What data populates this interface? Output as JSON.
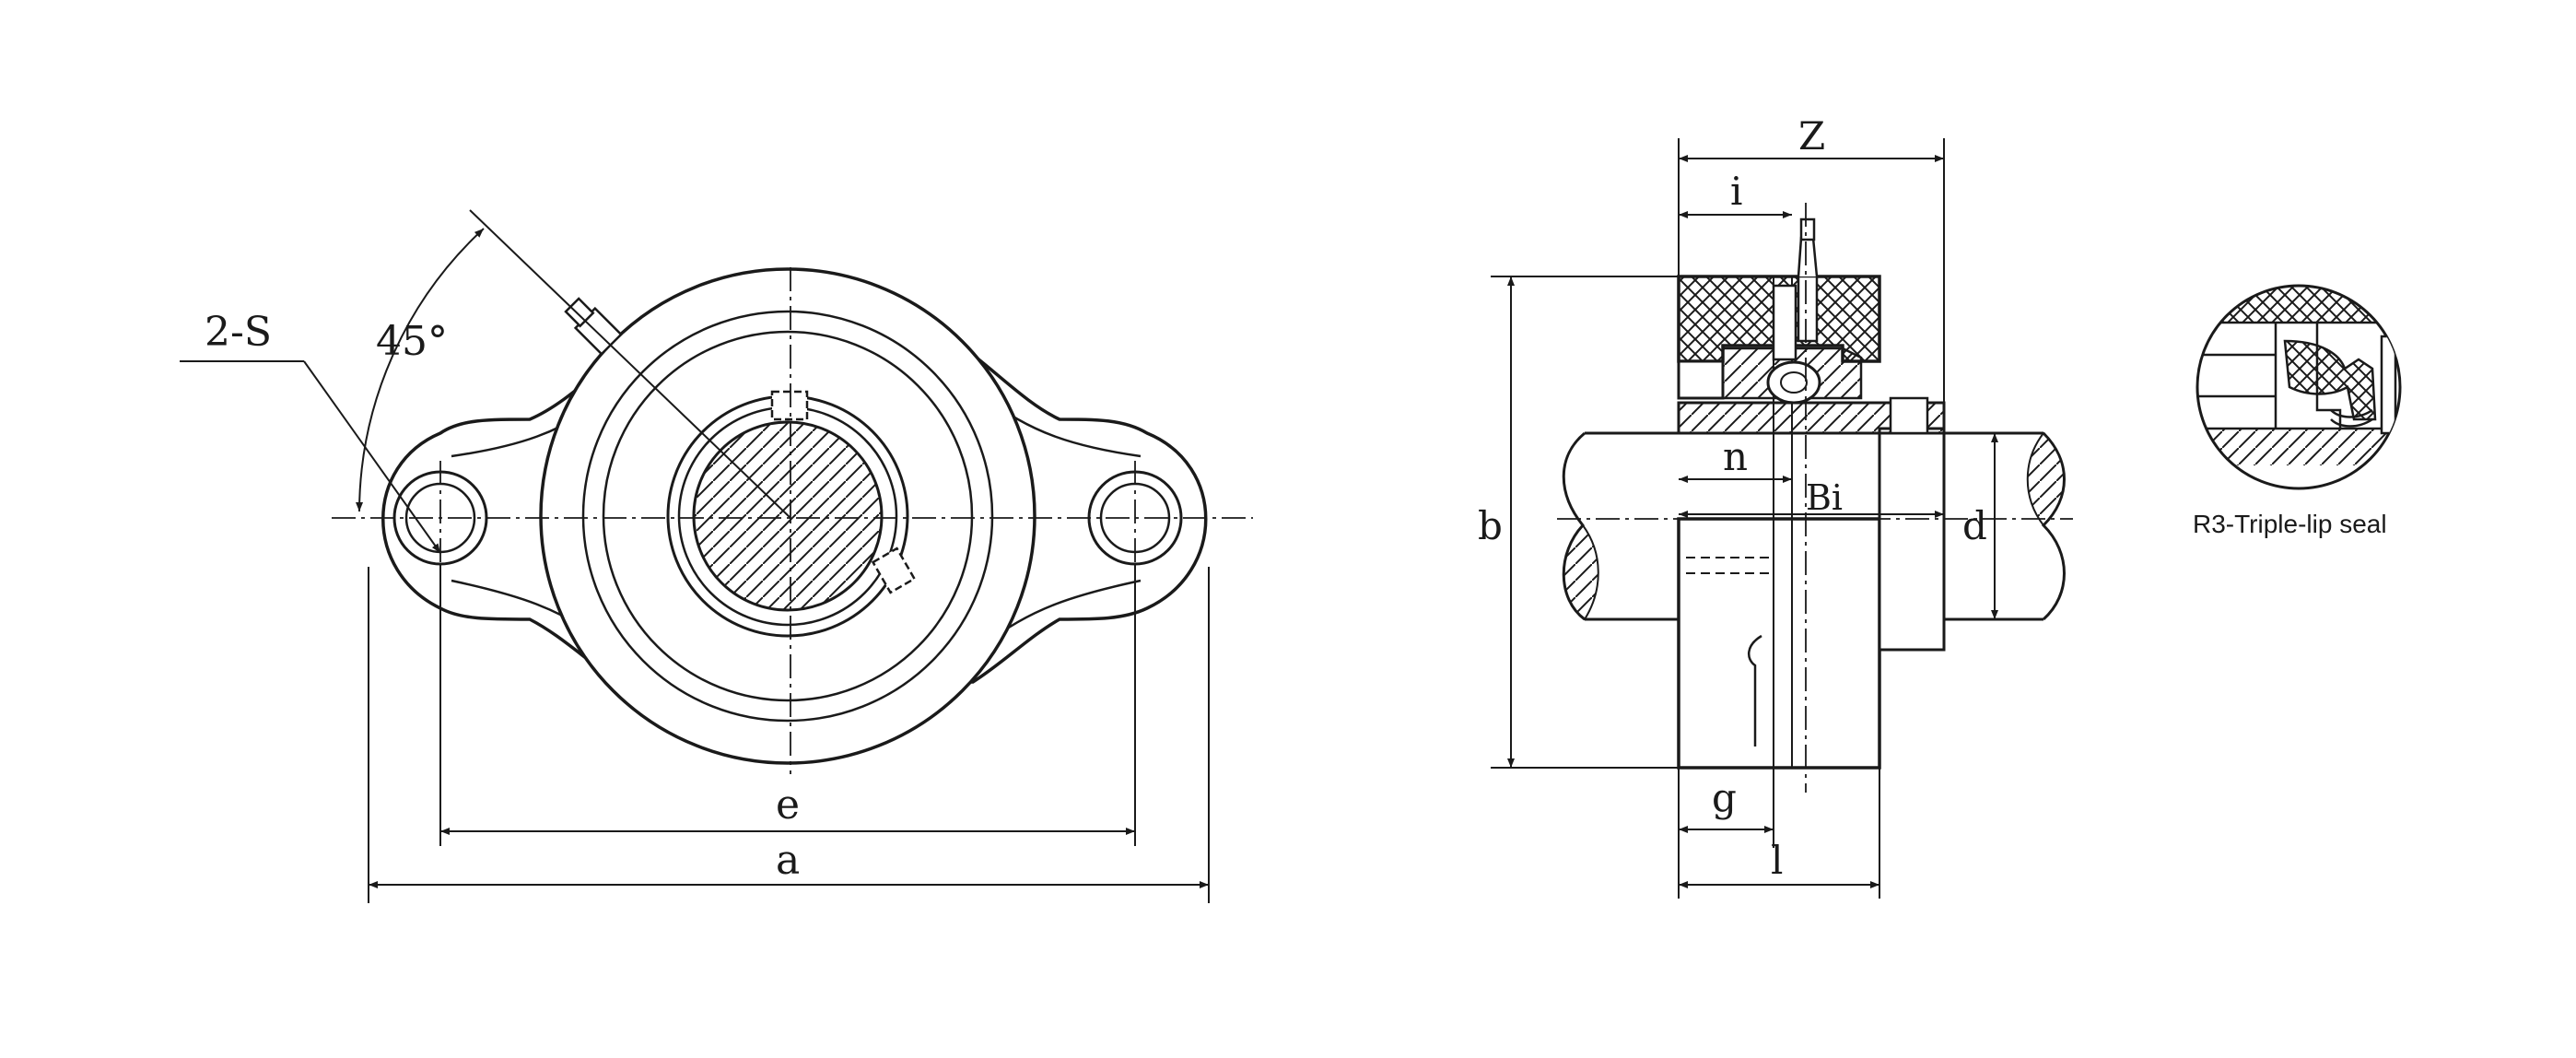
{
  "labels": {
    "s": "2-S",
    "angle": "45°",
    "e": "e",
    "a": "a",
    "z": "Z",
    "i": "i",
    "b": "b",
    "n": "n",
    "bi": "Bi",
    "d": "d",
    "g": "g",
    "l": "l",
    "seal": "R3-Triple-lip seal"
  },
  "colors": {
    "ink": "#1a1a1a",
    "paper": "#ffffff"
  }
}
